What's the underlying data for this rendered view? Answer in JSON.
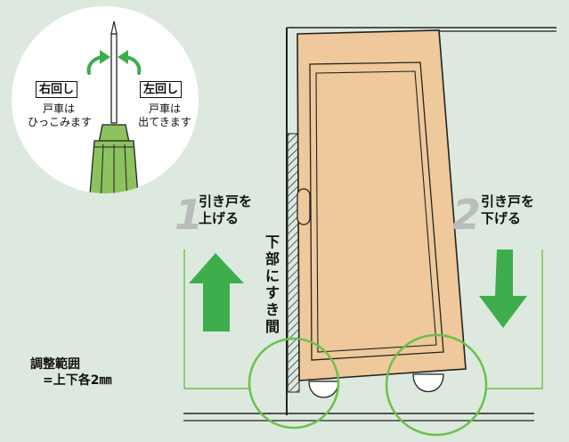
{
  "screwdriver": {
    "right_turn_label": "右回し",
    "right_turn_desc_1": "戸車は",
    "right_turn_desc_2": "ひっこみます",
    "left_turn_label": "左回し",
    "left_turn_desc_1": "戸車は",
    "left_turn_desc_2": "出てきます"
  },
  "steps": [
    {
      "number": "1",
      "line1": "引き戸を",
      "line2": "上げる"
    },
    {
      "number": "2",
      "line1": "引き戸を",
      "line2": "下げる"
    }
  ],
  "gap_label": "下部にすき間",
  "adjust_range": {
    "line1": "調整範囲",
    "line2": "=上下各2㎜"
  },
  "colors": {
    "background": "#dde9df",
    "door": "#efc99b",
    "door_stroke": "#222222",
    "arrow_green": "#3cae4c",
    "screwdriver_green": "#8dc35e",
    "circle_green": "#6cc04a",
    "step_number_gray": "#b9bcba"
  },
  "icons": {
    "rotate_right": "curved-arrow-icon",
    "rotate_left": "curved-arrow-icon",
    "up_arrow": "arrow-up-icon",
    "down_arrow": "arrow-down-icon"
  }
}
